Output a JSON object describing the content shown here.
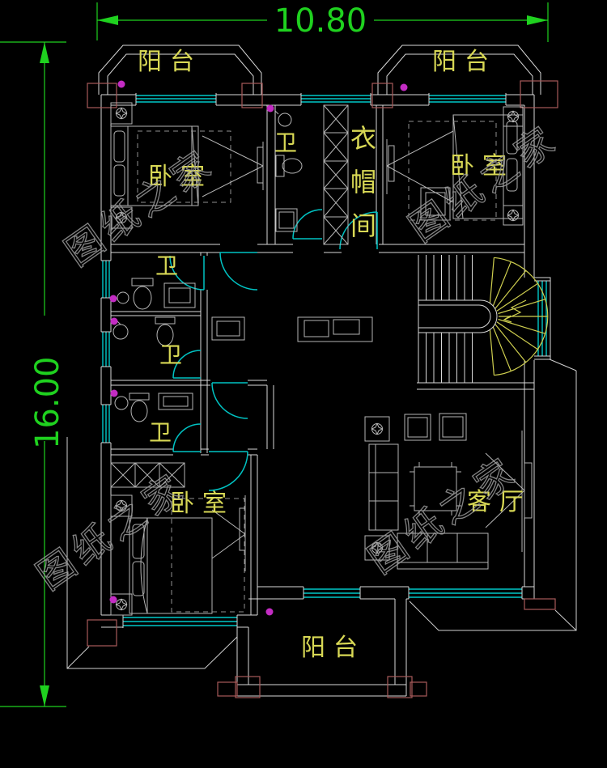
{
  "dimensions": {
    "width": "10.80",
    "height": "16.00"
  },
  "labels": {
    "balcony": "阳台",
    "bedroom": "卧室",
    "bathroom": "卫",
    "living_room": "客厅",
    "cloakroom": "衣帽间",
    "cloakroom_chars": [
      "衣",
      "帽",
      "间"
    ]
  },
  "watermark": {
    "text": "图纸之家"
  },
  "colors": {
    "background": "#000000",
    "walls": "#d9d9d9",
    "dimension_green": "#1fd11f",
    "label_yellow": "#d8d855",
    "window_door_cyan": "#00c8c8",
    "pier_red": "#a85a5a",
    "light_dot_magenta": "#c32cc3",
    "stair_yellow": "#cfcf4f",
    "watermark_gray": "#9b9b9b",
    "furniture_gray": "#b5b5b5"
  }
}
